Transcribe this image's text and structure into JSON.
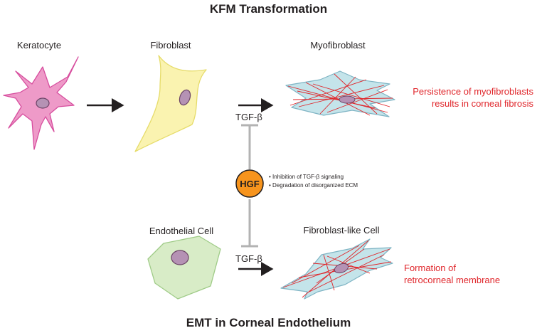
{
  "titles": {
    "top": "KFM Transformation",
    "bottom": "EMT in Corneal Endothelium"
  },
  "cells": {
    "keratocyte": "Keratocyte",
    "fibroblast": "Fibroblast",
    "myofibroblast": "Myofibroblast",
    "endothelial": "Endothelial Cell",
    "fibroblast_like": "Fibroblast-like Cell"
  },
  "signals": {
    "tgf_top": "TGF-β",
    "tgf_bottom": "TGF-β",
    "hgf": "HGF"
  },
  "hgf_effects": [
    "• Inhibition of TGF-β signaling",
    "• Degradation of disorganized ECM"
  ],
  "outcomes": {
    "fibrosis_line1": "Persistence of myofibroblasts",
    "fibrosis_line2": "results in corneal fibrosis",
    "membrane_line1": "Formation of",
    "membrane_line2": "retrocorneal membrane"
  },
  "colors": {
    "keratocyte_fill": "#ee9ac8",
    "keratocyte_stroke": "#d74d9e",
    "fibroblast_fill": "#faf3b0",
    "fibroblast_stroke": "#e6dc6a",
    "myofibroblast_fill": "#c4e4ea",
    "myofibroblast_stroke": "#7fb4c4",
    "fiber": "#e0262b",
    "endothelial_fill": "#d8ecc7",
    "endothelial_stroke": "#9fcb87",
    "nucleus_fill": "#b592b4",
    "nucleus_stroke": "#6b4466",
    "hgf_fill": "#f7941d",
    "inhibitor": "#b3b3b3",
    "outcome_text": "#e0262b"
  }
}
